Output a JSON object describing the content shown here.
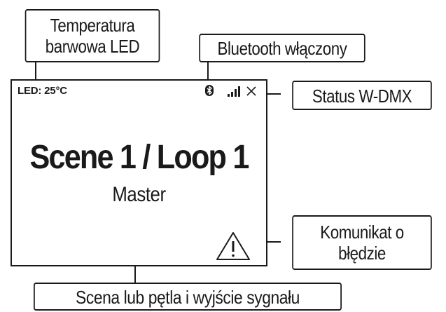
{
  "callouts": {
    "led_temperature": {
      "line1": "Temperatura",
      "line2": "barwowa LED"
    },
    "bluetooth": "Bluetooth włączony",
    "wdmx_status": "Status W-DMX",
    "error_message": {
      "line1": "Komunikat o",
      "line2": "błędzie"
    },
    "scene_loop": "Scena lub pętla i wyjście sygnału"
  },
  "screen": {
    "led_readout": "LED: 25°C",
    "scene_title": "Scene 1 / Loop 1",
    "output_label": "Master",
    "icons": {
      "bluetooth": "bluetooth-icon",
      "signal": "signal-bars-icon",
      "status": "close-icon",
      "warning": "warning-triangle-icon"
    }
  }
}
